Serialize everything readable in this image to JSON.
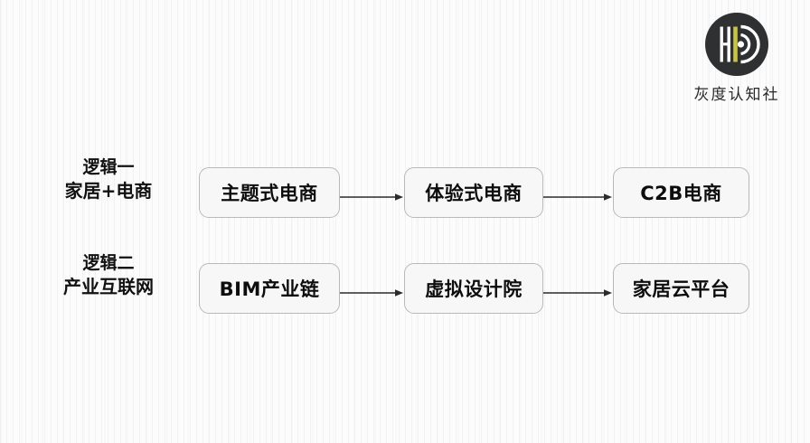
{
  "logo": {
    "mark_name": "hd-monogram-logo",
    "wordmark": "灰度认知社",
    "circle_color": "#2f3031",
    "letter_color": "#ffffff",
    "accent_color": "#c9c43f"
  },
  "diagram": {
    "rows": [
      {
        "label_line1": "逻辑一",
        "label_line2": "家居+电商",
        "nodes": [
          {
            "label": "主题式电商"
          },
          {
            "label": "体验式电商"
          },
          {
            "label": "C2B电商"
          }
        ],
        "arrows": [
          "arrow-right",
          "arrow-right"
        ]
      },
      {
        "label_line1": "逻辑二",
        "label_line2": "产业互联网",
        "nodes": [
          {
            "label": "BIM产业链"
          },
          {
            "label": "虚拟设计院"
          },
          {
            "label": "家居云平台"
          }
        ],
        "arrows": [
          "arrow-right",
          "arrow-right"
        ]
      }
    ],
    "node_border_color": "#b9b9bd",
    "node_fill_color": "#f7f7f8",
    "arrow_color": "#2b2b2b",
    "text_color": "#0d0d0d"
  },
  "canvas": {
    "background_color": "#fcfcfc"
  }
}
